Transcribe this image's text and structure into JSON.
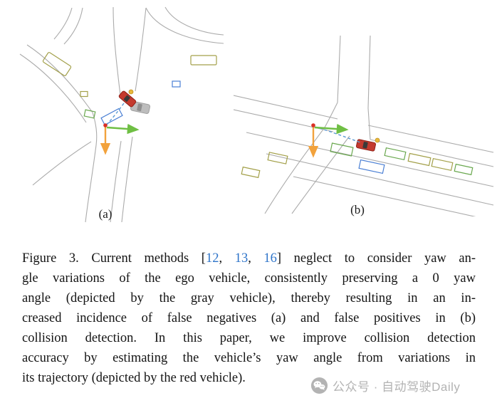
{
  "figure": {
    "panel_a_label": "(a)",
    "panel_b_label": "(b)"
  },
  "caption": {
    "line1_pre": "Figure 3. Current methods [",
    "cites": [
      "12",
      "13",
      "16"
    ],
    "sep": ", ",
    "line1_post": "] neglect to consider yaw an-",
    "line2": "gle variations of the ego vehicle, consistently preserving a 0 yaw",
    "line3": "angle (depicted by the gray vehicle), thereby resulting in an in-",
    "line4": "creased incidence of false negatives (a) and false positives in (b)",
    "line5": "collision detection. In this paper, we improve collision detection",
    "line6": "accuracy by estimating the vehicle’s yaw angle from variations in",
    "line7": "its trajectory (depicted by the red vehicle)."
  },
  "watermark": {
    "text": "公众号 · 自动驾驶Daily"
  },
  "colors": {
    "citation_blue": "#2e74c9",
    "ego_vehicle_red": "#c43a2e",
    "gray_vehicle": "#bdbdbd",
    "trajectory_blue": "#5b9bd5",
    "axis_orange": "#f2a23c",
    "axis_green": "#6fbf44",
    "road_gray": "#ababab",
    "watermark_gray": "#b3b3b3"
  }
}
